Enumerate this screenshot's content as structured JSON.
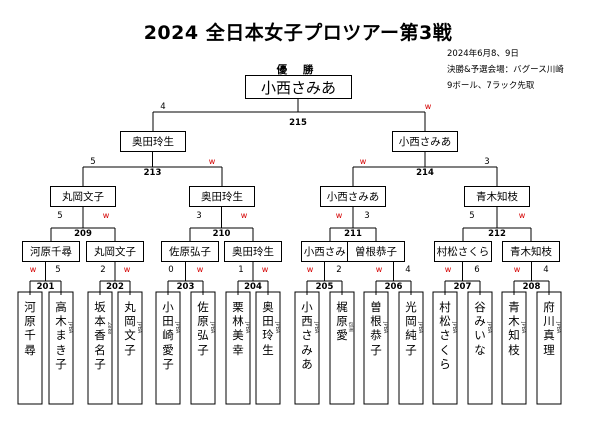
{
  "title": "2024 全日本女子プロツアー第3戦",
  "info": {
    "date": "2024年6月8、9日",
    "venue": "決勝&予選会場：バグース川崎",
    "format": "9ボール、7ラック先取"
  },
  "champion": {
    "label": "優 勝",
    "name": "小西さみあ"
  },
  "winner_mark": "w",
  "final": {
    "number": "215",
    "players": [
      "奥田玲生",
      "小西さみあ"
    ],
    "scores": [
      "4",
      "w"
    ]
  },
  "semifinals": [
    {
      "number": "213",
      "players": [
        "丸岡文子",
        "奥田玲生"
      ],
      "scores": [
        "5",
        "w"
      ]
    },
    {
      "number": "214",
      "players": [
        "小西さみあ",
        "青木知枝"
      ],
      "scores": [
        "w",
        "3"
      ]
    }
  ],
  "quarterfinals": [
    {
      "number": "209",
      "players": [
        "河原千尋",
        "丸岡文子"
      ],
      "scores": [
        "5",
        "w"
      ]
    },
    {
      "number": "210",
      "players": [
        "佐原弘子",
        "奥田玲生"
      ],
      "scores": [
        "3",
        "w"
      ]
    },
    {
      "number": "211",
      "players": [
        "小西さみあ",
        "曽根恭子"
      ],
      "scores": [
        "w",
        "3"
      ]
    },
    {
      "number": "212",
      "players": [
        "村松さくら",
        "青木知枝"
      ],
      "scores": [
        "5",
        "w"
      ]
    }
  ],
  "first_round": [
    {
      "number": "201",
      "players": [
        "河原千尋",
        "高木まき子"
      ],
      "scores": [
        "w",
        "5"
      ],
      "tags": [
        "",
        "JPBA"
      ]
    },
    {
      "number": "202",
      "players": [
        "坂本香名子",
        "丸岡文子"
      ],
      "scores": [
        "2",
        "w"
      ],
      "tags": [
        "Zeke",
        "JPBA"
      ]
    },
    {
      "number": "203",
      "players": [
        "小田崎愛子",
        "佐原弘子"
      ],
      "scores": [
        "0",
        "w"
      ],
      "tags": [
        "JPBA",
        "JPBA"
      ]
    },
    {
      "number": "204",
      "players": [
        "栗林美幸",
        "奥田玲生"
      ],
      "scores": [
        "1",
        "w"
      ],
      "tags": [
        "JPBA",
        "JPBA"
      ]
    },
    {
      "number": "205",
      "players": [
        "小西さみあ",
        "梶原愛"
      ],
      "scores": [
        "w",
        "2"
      ],
      "tags": [
        "JPBA",
        "包洲"
      ]
    },
    {
      "number": "206",
      "players": [
        "曽根恭子",
        "光岡純子"
      ],
      "scores": [
        "w",
        "4"
      ],
      "tags": [
        "JPBA",
        "JPBA"
      ]
    },
    {
      "number": "207",
      "players": [
        "村松さくら",
        "谷みいな"
      ],
      "scores": [
        "w",
        "6"
      ],
      "tags": [
        "JPBA",
        "JPBA"
      ]
    },
    {
      "number": "208",
      "players": [
        "青木知枝",
        "府川真理"
      ],
      "scores": [
        "w",
        "4"
      ],
      "tags": [
        "JPBA",
        "JPBA"
      ]
    }
  ]
}
